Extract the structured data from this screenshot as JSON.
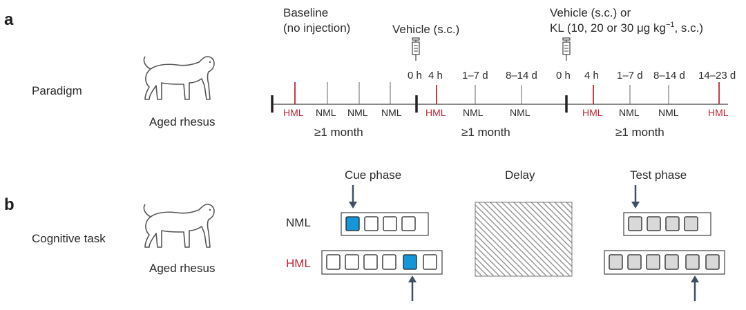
{
  "panel_a": {
    "letter": "a",
    "row_label": "Paradigm",
    "animal_label": "Aged rhesus",
    "phase1_header_line1": "Baseline",
    "phase1_header_line2": "(no injection)",
    "phase2_header": "Vehicle (s.c.)",
    "phase3_header_line1": "Vehicle (s.c.) or",
    "phase3_header_line2_pre": "KL (10, 20 or 30 μg kg",
    "phase3_header_line2_sup": "−1",
    "phase3_header_line2_post": ", s.c.)",
    "times_phase2": [
      "0 h",
      "4 h",
      "1–7 d",
      "8–14 d"
    ],
    "times_phase3": [
      "0 h",
      "4 h",
      "1–7 d",
      "8–14 d",
      "14–23 d"
    ],
    "labels_phase1": [
      "HML",
      "NML",
      "NML",
      "NML"
    ],
    "labels_phase2": [
      "HML",
      "NML",
      "NML"
    ],
    "labels_phase3": [
      "HML",
      "NML",
      "NML",
      "HML"
    ],
    "duration": "≥1 month"
  },
  "panel_b": {
    "letter": "b",
    "row_label": "Cognitive task",
    "animal_label": "Aged rhesus",
    "cue_phase": "Cue phase",
    "delay": "Delay",
    "test_phase": "Test phase",
    "nml": "NML",
    "hml": "HML"
  },
  "colors": {
    "red": "#c22636",
    "blue": "#1496d8",
    "arrow": "#3e4f63",
    "grey_fill": "#d9d9d9"
  }
}
